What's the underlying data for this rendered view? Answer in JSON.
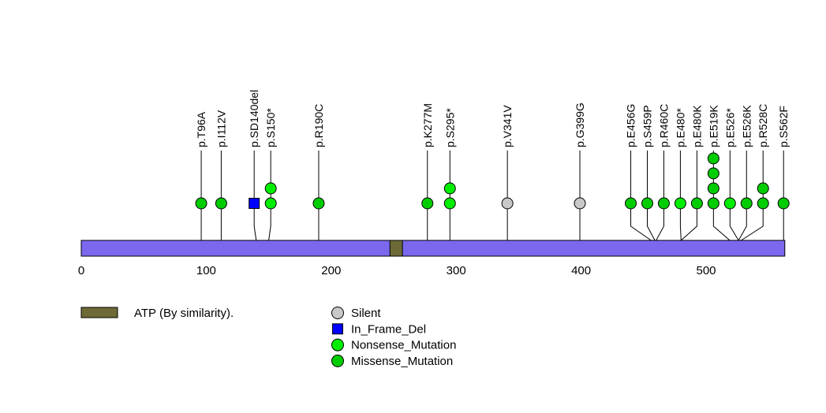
{
  "chart_data": {
    "type": "lollipop",
    "title": "",
    "xlabel": "",
    "ylabel": "",
    "xlim": [
      0,
      563
    ],
    "axis_ticks": [
      0,
      100,
      200,
      300,
      400,
      500
    ],
    "grid": false,
    "legend_position": "bottom",
    "backbone": {
      "start": 0,
      "end": 563,
      "color": "#7B68EE"
    },
    "domains": [
      {
        "name": "ATP (By similarity).",
        "start": 247,
        "end": 257,
        "color": "#6E6A38"
      }
    ],
    "type_styles": {
      "Silent": {
        "color": "#C8C8C8",
        "shape": "circle"
      },
      "In_Frame_Del": {
        "color": "#0000FF",
        "shape": "square"
      },
      "Nonsense_Mutation": {
        "color": "#00EE00",
        "shape": "circle"
      },
      "Missense_Mutation": {
        "color": "#00CD00",
        "shape": "circle"
      }
    },
    "mutations": [
      {
        "label": "p.T96A",
        "pos": 96,
        "count": 1,
        "type": "Missense_Mutation"
      },
      {
        "label": "p.I112V",
        "pos": 112,
        "count": 1,
        "type": "Missense_Mutation"
      },
      {
        "label": "p.SD140del",
        "pos": 140,
        "count": 1,
        "type": "In_Frame_Del"
      },
      {
        "label": "p.S150*",
        "pos": 150,
        "count": 2,
        "type": "Nonsense_Mutation"
      },
      {
        "label": "p.R190C",
        "pos": 190,
        "count": 1,
        "type": "Missense_Mutation"
      },
      {
        "label": "p.K277M",
        "pos": 277,
        "count": 1,
        "type": "Missense_Mutation"
      },
      {
        "label": "p.S295*",
        "pos": 295,
        "count": 2,
        "type": "Nonsense_Mutation"
      },
      {
        "label": "p.V341V",
        "pos": 341,
        "count": 1,
        "type": "Silent"
      },
      {
        "label": "p.G399G",
        "pos": 399,
        "count": 1,
        "type": "Silent"
      },
      {
        "label": "p.E456G",
        "pos": 456,
        "count": 1,
        "type": "Missense_Mutation"
      },
      {
        "label": "p.S459P",
        "pos": 459,
        "count": 1,
        "type": "Missense_Mutation"
      },
      {
        "label": "p.R460C",
        "pos": 460,
        "count": 1,
        "type": "Missense_Mutation"
      },
      {
        "label": "p.E480*",
        "pos": 480,
        "count": 1,
        "type": "Nonsense_Mutation"
      },
      {
        "label": "p.E480K",
        "pos": 480,
        "count": 1,
        "type": "Missense_Mutation"
      },
      {
        "label": "p.E519K",
        "pos": 519,
        "count": 4,
        "type": "Missense_Mutation"
      },
      {
        "label": "p.E526*",
        "pos": 526,
        "count": 1,
        "type": "Nonsense_Mutation"
      },
      {
        "label": "p.E526K",
        "pos": 526,
        "count": 1,
        "type": "Missense_Mutation"
      },
      {
        "label": "p.R528C",
        "pos": 528,
        "count": 2,
        "type": "Missense_Mutation"
      },
      {
        "label": "p.S562F",
        "pos": 562,
        "count": 1,
        "type": "Missense_Mutation"
      }
    ],
    "legend": {
      "domain_items": [
        {
          "label": "ATP (By similarity).",
          "color": "#6E6A38"
        }
      ],
      "mutation_items": [
        {
          "label": "Silent",
          "type": "Silent"
        },
        {
          "label": "In_Frame_Del",
          "type": "In_Frame_Del"
        },
        {
          "label": "Nonsense_Mutation",
          "type": "Nonsense_Mutation"
        },
        {
          "label": "Missense_Mutation",
          "type": "Missense_Mutation"
        }
      ]
    }
  }
}
